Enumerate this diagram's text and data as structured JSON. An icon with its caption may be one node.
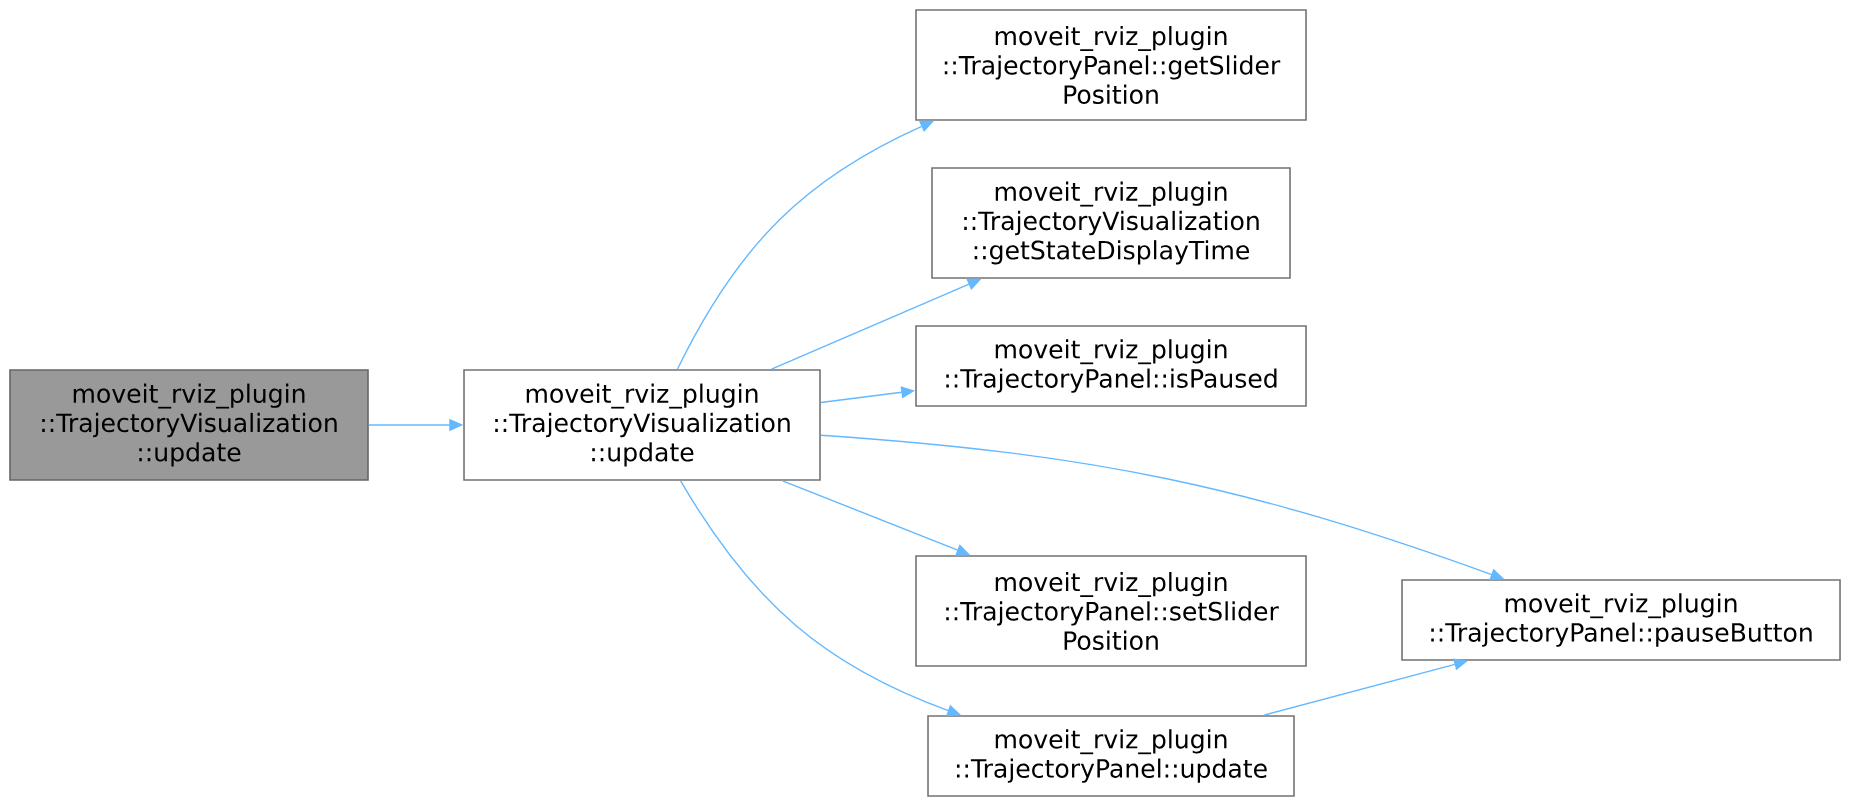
{
  "diagram": {
    "nodes": [
      {
        "text": [
          "moveit_rviz_plugin ::TrajectoryVisualization ::update"
        ]
      },
      {
        "text": [
          "moveit_rviz_plugin ::TrajectoryVisualization ::update"
        ]
      },
      {
        "text": [
          "moveit_rviz_plugin ::TrajectoryPanel::getSlider Position"
        ]
      },
      {
        "text": [
          "moveit_rviz_plugin ::TrajectoryVisualization ::getStateDisplayTime"
        ]
      },
      {
        "text": [
          "moveit_rviz_plugin ::TrajectoryPanel::isPaused"
        ]
      },
      {
        "text": [
          "moveit_rviz_plugin ::TrajectoryPanel::pauseButton"
        ]
      },
      {
        "text": [
          "moveit_rviz_plugin ::TrajectoryPanel::setSlider Position"
        ]
      },
      {
        "text": [
          "moveit_rviz_plugin ::TrajectoryPanel::update"
        ]
      }
    ],
    "edges": [
      {
        "from": 0,
        "to": 1,
        "arrow": "to"
      },
      {
        "from": 1,
        "to": 2,
        "arrow": "to"
      },
      {
        "from": 1,
        "to": 3,
        "arrow": "to"
      },
      {
        "from": 1,
        "to": 4,
        "arrow": "to"
      },
      {
        "from": 1,
        "to": 5,
        "arrow": "to"
      },
      {
        "from": 1,
        "to": 6,
        "arrow": "to"
      },
      {
        "from": 1,
        "to": 7,
        "arrow": "to"
      },
      {
        "from": 7,
        "to": 5,
        "arrow": "to"
      }
    ]
  }
}
